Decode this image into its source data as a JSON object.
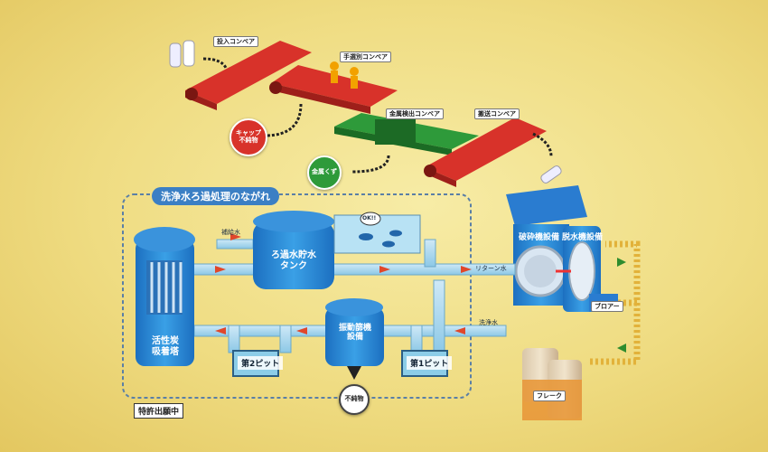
{
  "diagram": {
    "title": "洗浄水ろ過処理のながれ",
    "patent": "特許出願中",
    "conveyors": {
      "input": "投入コンベア",
      "manual_sort": "手選別コンベア",
      "metal_detect": "金属検出コンベア",
      "transfer": "搬送コンベア"
    },
    "outputs": {
      "cap_foreign": "キャップ\n不純物",
      "metal_scrap": "金属くず",
      "flake": "フレーク",
      "impurities": "不純物"
    },
    "equipment": {
      "crusher": "破砕機設備",
      "dehydrator": "脱水機設備",
      "blower": "ブロアー",
      "tank": "ろ過水貯水\nタンク",
      "sieve": "振動篩機\n設備",
      "carbon_tower": "活性炭\n吸着塔",
      "pit1": "第1ピット",
      "pit2": "第2ピット"
    },
    "flow_labels": {
      "makeup_water": "補給水",
      "return_water": "リターン水",
      "wash_water": "洗浄水"
    },
    "fish_bubble": "OK!!"
  }
}
